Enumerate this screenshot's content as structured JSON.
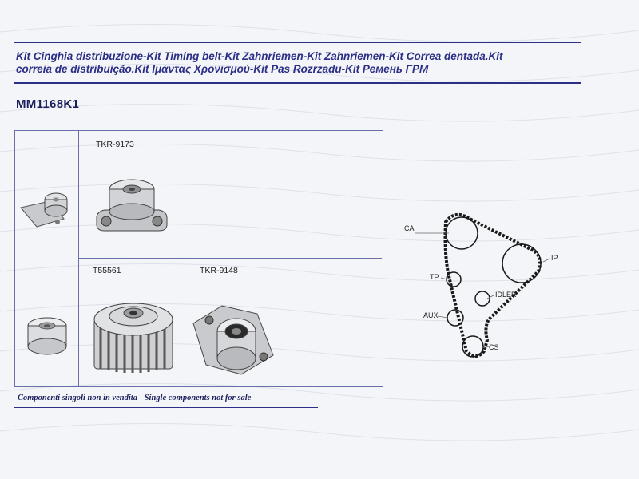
{
  "header": {
    "title_line1": "Kit Cinghia distribuzione-Kit Timing belt-Kit Zahnriemen-Kit Zahnriemen-Kit Correa dentada.Kit",
    "title_line2": "correia de distribuição.Kit Ιμάντας Χρονισμού-Kit Pas Rozrzadu-Kit Ремень ГРМ",
    "part_code": "MM1168K1"
  },
  "components": {
    "tensioner_label": "TKR-9173",
    "belt_label": "T55561",
    "idler_label": "TKR-9148"
  },
  "diagram": {
    "labels": [
      "CA",
      "IP",
      "TP",
      "IDLER",
      "AUX",
      "CS"
    ]
  },
  "footer": {
    "note": "Componenti singoli non in vendita - Single components not for sale"
  },
  "colors": {
    "accent": "#2b2f86",
    "part_metal": "#d8d9dc",
    "belt": "#1a1a1a"
  }
}
